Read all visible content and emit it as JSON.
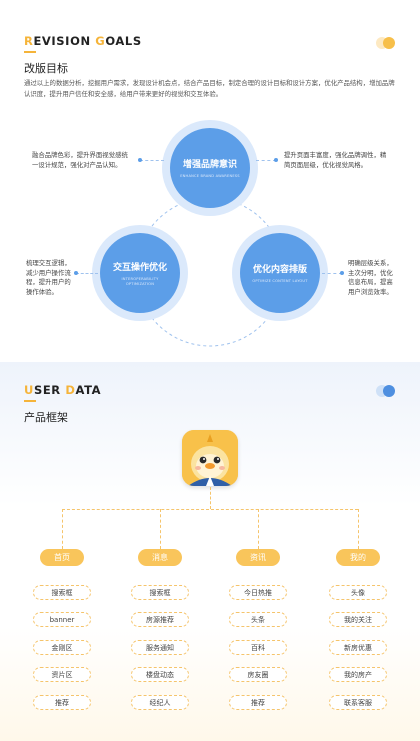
{
  "revision": {
    "title_caps": [
      "R",
      "G"
    ],
    "title_rest": [
      "EVISION ",
      "OALS"
    ],
    "subtitle": "改版目标",
    "paragraph": "通过以上的数据分析，挖掘用户需求，发现设计机会点，结合产品目标，制定合理的设计目标和设计方案，优化产品结构，增加品牌认识度，提升用户信任和安全感，给用户带来更好的视觉和交互体验。",
    "circles": [
      {
        "title": "增强品牌意识",
        "en": "ENHANCE BRAND AWARENESS"
      },
      {
        "title": "交互操作优化",
        "en": "INTEROPERABILITY OPTIMIZATION"
      },
      {
        "title": "优化内容排版",
        "en": "OPTIMIZE CONTENT LAYOUT"
      }
    ],
    "notes": {
      "top_left": "融合品牌色彩，提升界面视觉感统一设计规范，强化对产品认知。",
      "top_right": "提升页面丰富度，强化品牌调性，精简页面层级，优化视觉风格。",
      "bottom_left": "梳理交互逻辑，减少用户操作流程，提升用户的操作体验。",
      "bottom_right": "明确层级关系，主次分明，优化信息布局，提高用户浏览效率。"
    }
  },
  "user_data": {
    "title_caps": [
      "U",
      "D"
    ],
    "title_rest": [
      "SER ",
      "ATA"
    ],
    "subtitle": "产品框架",
    "columns": [
      {
        "head": "首页",
        "items": [
          "搜索框",
          "banner",
          "金刚区",
          "资片区",
          "推荐"
        ]
      },
      {
        "head": "消息",
        "items": [
          "搜索框",
          "房源推荐",
          "服务通知",
          "楼盘动态",
          "经纪人"
        ]
      },
      {
        "head": "资讯",
        "items": [
          "今日热推",
          "头条",
          "百科",
          "房友圈",
          "推荐"
        ]
      },
      {
        "head": "我的",
        "items": [
          "头像",
          "我的关注",
          "新房优惠",
          "我的房产",
          "联系客服"
        ]
      }
    ]
  },
  "colors": {
    "accent": "#f5b43a",
    "blue": "#5c9ee8",
    "light_blue": "#dbe9fb"
  },
  "icons": [
    "toggle-dots-icon",
    "mascot-chick-icon"
  ]
}
